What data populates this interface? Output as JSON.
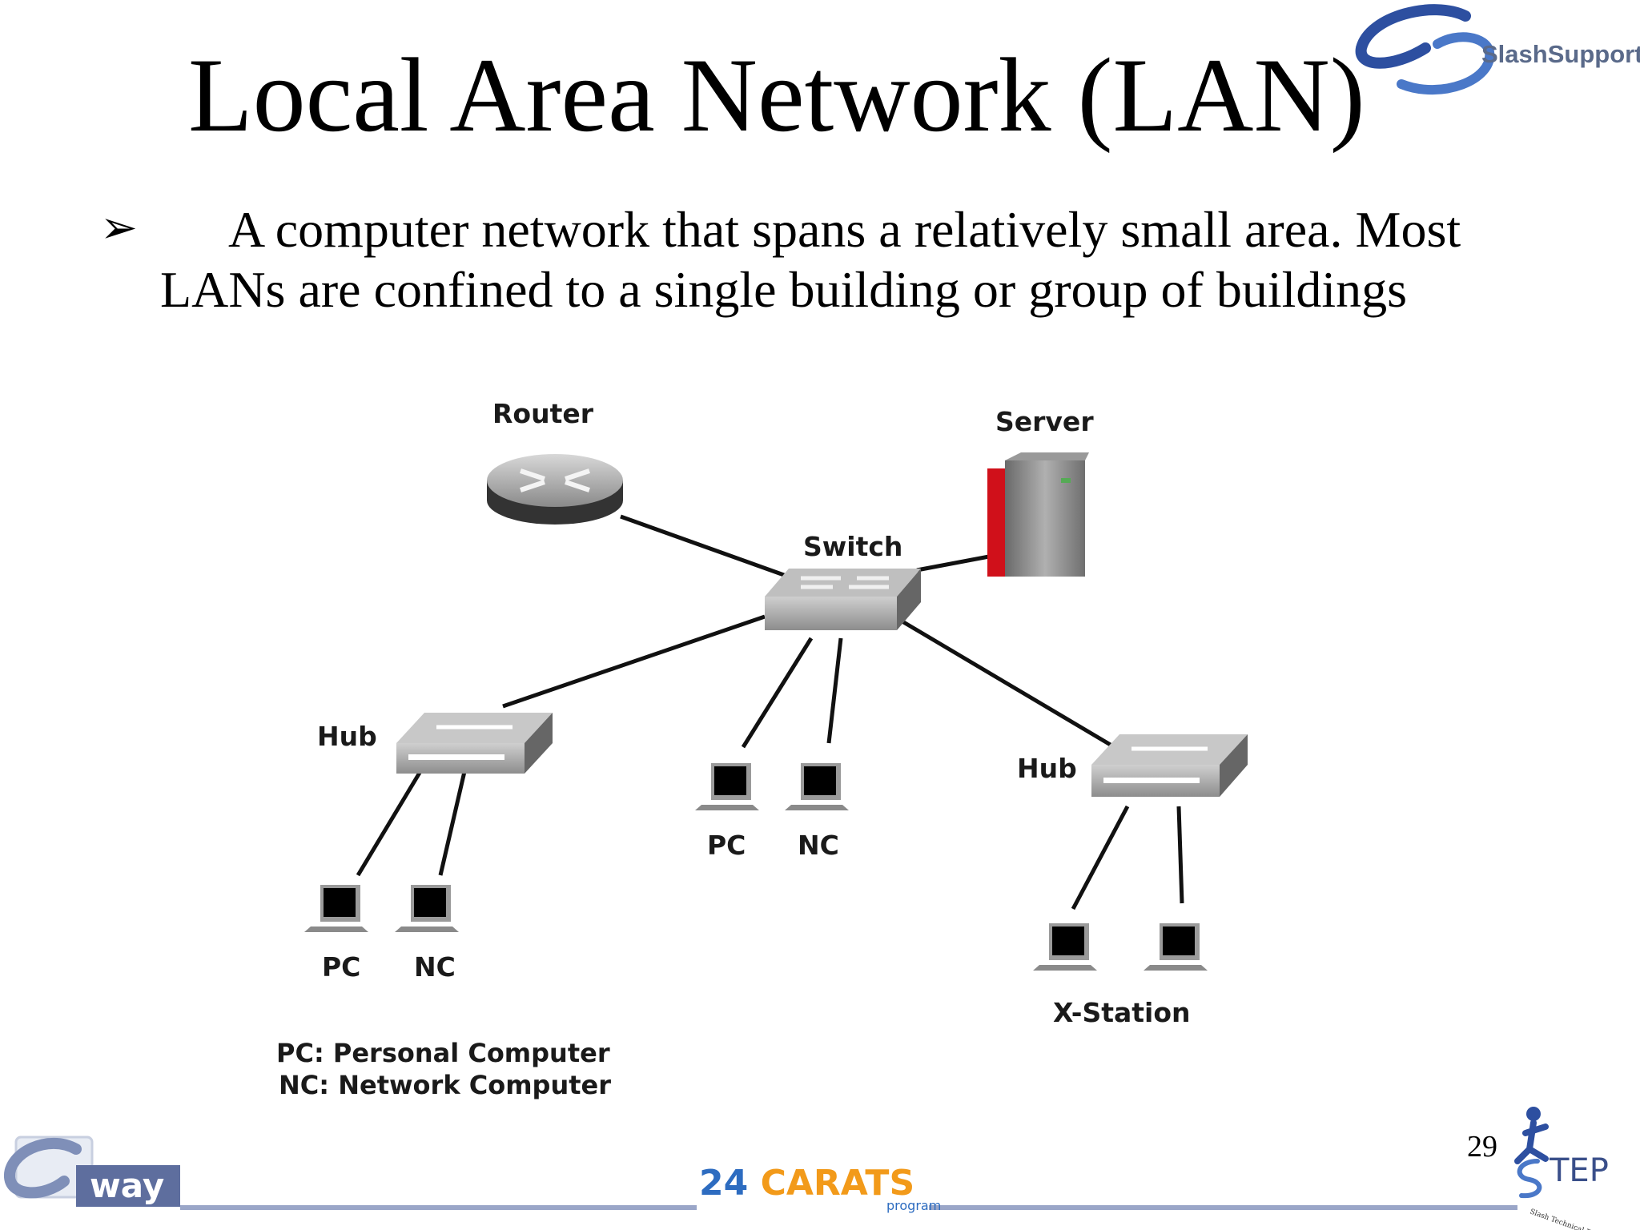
{
  "slide": {
    "title": "Local Area Network (LAN)",
    "bullet_line1": "A computer network that spans a relatively small area. Most",
    "bullet_line2": "LANs are confined to a single building or group of buildings",
    "page_number": "29"
  },
  "branding": {
    "top_right": "SlashSupport",
    "footer_left": "way",
    "footer_center_number": "24",
    "footer_center_word": "CARATS",
    "footer_center_sub": "program",
    "footer_right": "TEP",
    "footer_right_sub": "Slash Technical Enhancement Program"
  },
  "diagram": {
    "router": "Router",
    "server": "Server",
    "switch": "Switch",
    "hub_left": "Hub",
    "hub_right": "Hub",
    "pc_center": "PC",
    "nc_center": "NC",
    "pc_left": "PC",
    "nc_left": "NC",
    "xstation": "X-Station",
    "legend_pc": "PC: Personal Computer",
    "legend_nc": "NC: Network Computer"
  },
  "colors": {
    "footer_line": "#9aa6c8",
    "brand_blue": "#2d4fa0",
    "carats_blue": "#2d6cc0",
    "carats_orange": "#f29a1a",
    "server_red": "#d0101a"
  }
}
